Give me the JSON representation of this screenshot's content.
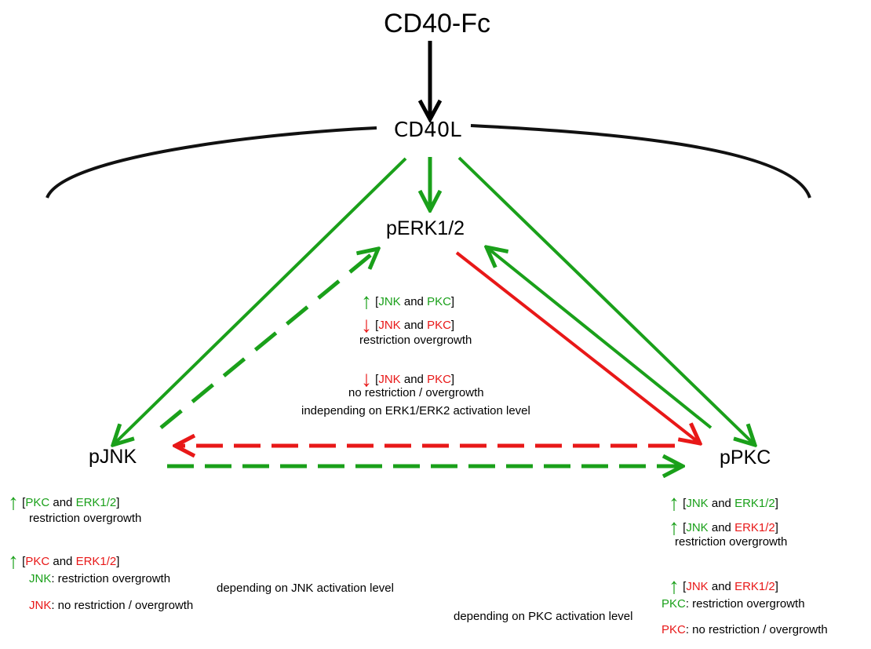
{
  "nodes": {
    "top": "CD40-Fc",
    "receptor": "CD40L",
    "erk": "pERK1/2",
    "jnk": "pJNK",
    "pkc": "pPKC"
  },
  "colors": {
    "activate": "#1aa01a",
    "inhibit": "#e81818",
    "neutral": "#000000"
  },
  "center": {
    "line1": {
      "arrow": "up-arrow-green",
      "open": "[",
      "a": "JNK",
      "and": " and ",
      "b": "PKC",
      "close": "]"
    },
    "line2": {
      "arrow": "down-arrow-red",
      "open": "[",
      "a": "JNK",
      "and": " and ",
      "b": "PKC",
      "close": "]"
    },
    "text1": "restriction overgrowth",
    "line3": {
      "arrow": "down-arrow-red",
      "open": "[",
      "a": "JNK",
      "and": " and ",
      "b": "PKC",
      "close": "]"
    },
    "text2": "no restriction / overgrowth",
    "text3": "independing on ERK1/ERK2 activation level"
  },
  "left": {
    "line1": {
      "open": "[",
      "a": "PKC",
      "and": " and ",
      "b": "ERK1/2",
      "close": "]"
    },
    "text1": "restriction overgrowth",
    "line2": {
      "open": "[",
      "a": "PKC",
      "and": " and ",
      "b": "ERK1/2",
      "close": "]"
    },
    "jnk_green": "JNK",
    "jnk_green_rest": ": restriction overgrowth",
    "jnk_red": "JNK",
    "jnk_red_rest": ": no restriction / overgrowth",
    "depending": "depending on JNK activation level"
  },
  "right": {
    "line1": {
      "open": "[",
      "a": "JNK",
      "and": " and ",
      "b": "ERK1/2",
      "close": "]"
    },
    "line2": {
      "open": "[",
      "a": "JNK",
      "and": " and ",
      "b": "ERK1/2",
      "close": "]"
    },
    "text1": "restriction overgrowth",
    "line3": {
      "open": "[",
      "a": "JNK",
      "and": " and ",
      "b": "ERK1/2",
      "close": "]"
    },
    "pkc_green": "PKC",
    "pkc_green_rest": ": restriction overgrowth",
    "pkc_red": "PKC",
    "pkc_red_rest": ": no restriction / overgrowth",
    "depending": "depending on PKC activation level"
  },
  "glyphs": {
    "up": "↑",
    "down": "↓"
  }
}
